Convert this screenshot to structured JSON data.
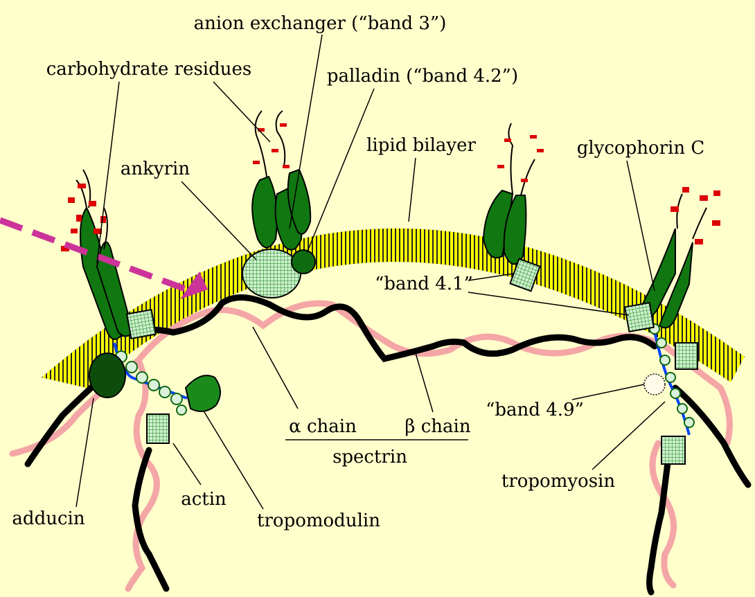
{
  "labels": {
    "anion_exchanger": "anion exchanger (“band 3”)",
    "carbohydrate_residues": "carbohydrate residues",
    "palladin": "palladin (“band 4.2”)",
    "lipid_bilayer": "lipid bilayer",
    "ankyrin": "ankyrin",
    "glycophorin_c": "glycophorin C",
    "band_4_1": "“band 4.1”",
    "band_4_9": "“band 4.9”",
    "alpha_chain": "α chain",
    "beta_chain": "β chain",
    "spectrin": "spectrin",
    "tropomyosin": "tropomyosin",
    "adducin": "adducin",
    "actin": "actin",
    "tropomodulin": "tropomodulin"
  },
  "colors": {
    "background": "#ffffcc",
    "lipid_bilayer": "#ffff00",
    "protein_green": "#117711",
    "carbohydrate_red": "#dd0000",
    "spectrin_beta": "#000000",
    "spectrin_alpha": "#f4a6a6",
    "tropomyosin_blue": "#0044ff",
    "arrow_magenta": "#cc3399"
  }
}
